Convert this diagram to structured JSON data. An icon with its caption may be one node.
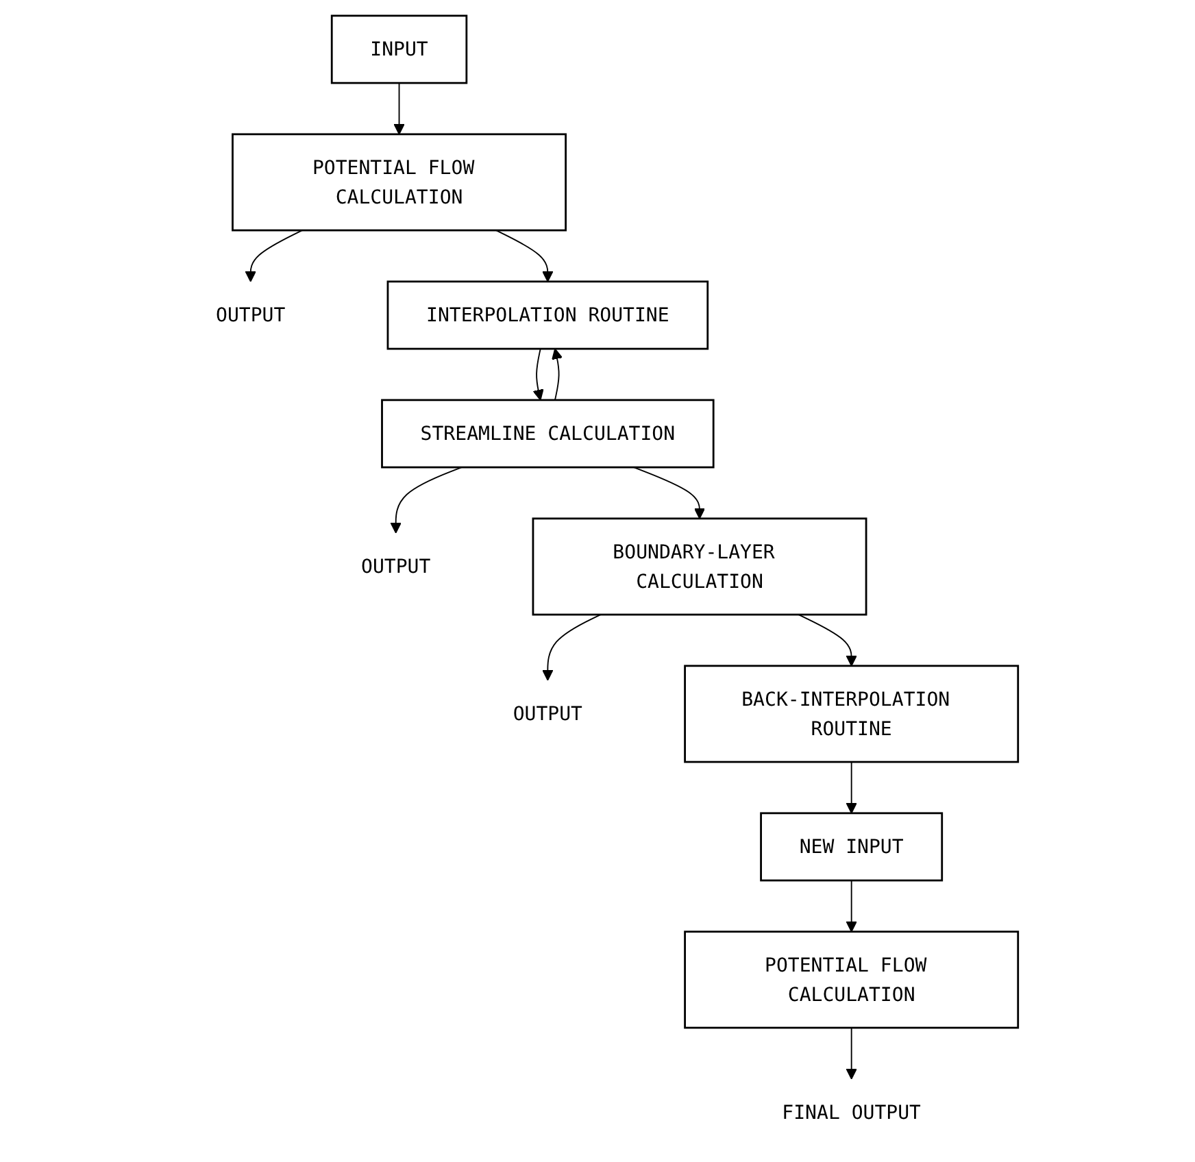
{
  "diagram": {
    "nodes": [
      {
        "text": [
          "INPUT"
        ]
      },
      {
        "text": [
          "POTENTIAL FLOW CALCULATION"
        ]
      },
      {
        "text": [
          "OUTPUT"
        ]
      },
      {
        "text": [
          "INTERPOLATION ROUTINE"
        ]
      },
      {
        "text": [
          "STREAMLINE CALCULATION"
        ]
      },
      {
        "text": [
          "OUTPUT"
        ]
      },
      {
        "text": [
          "BOUNDARY-LAYER CALCULATION"
        ]
      },
      {
        "text": [
          "OUTPUT"
        ]
      },
      {
        "text": [
          "BACK-INTERPOLATION ROUTINE"
        ]
      },
      {
        "text": [
          "NEW INPUT"
        ]
      },
      {
        "text": [
          "POTENTIAL FLOW CALCULATION"
        ]
      },
      {
        "text": [
          "FINAL OUTPUT"
        ]
      }
    ],
    "edges": [
      {
        "from": 0,
        "to": 1,
        "arrow": "to"
      },
      {
        "from": 1,
        "to": 2,
        "arrow": "to"
      },
      {
        "from": 1,
        "to": 3,
        "arrow": "to"
      },
      {
        "from": 3,
        "to": 4,
        "arrow": "to"
      },
      {
        "from": 4,
        "to": 3,
        "arrow": "to"
      },
      {
        "from": 4,
        "to": 5,
        "arrow": "to"
      },
      {
        "from": 4,
        "to": 6,
        "arrow": "to"
      },
      {
        "from": 6,
        "to": 7,
        "arrow": "to"
      },
      {
        "from": 6,
        "to": 8,
        "arrow": "to"
      },
      {
        "from": 8,
        "to": 9,
        "arrow": "to"
      },
      {
        "from": 9,
        "to": 10,
        "arrow": "to"
      },
      {
        "from": 10,
        "to": 11,
        "arrow": "to"
      }
    ]
  }
}
